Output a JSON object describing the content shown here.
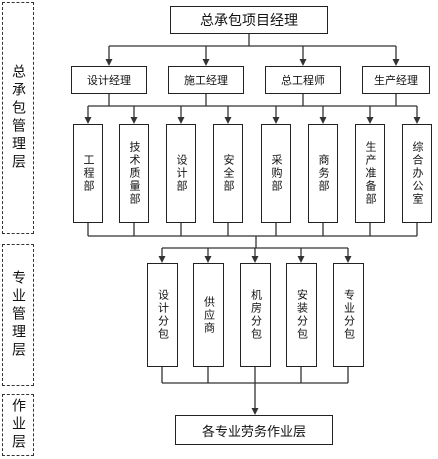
{
  "layers": [
    {
      "id": "mgmt",
      "label": "总承包管理层"
    },
    {
      "id": "pro",
      "label": "专业管理层"
    },
    {
      "id": "work",
      "label": "作业层"
    }
  ],
  "top": "总承包项目经理",
  "managers": [
    "设计经理",
    "施工经理",
    "总工程师",
    "生产经理"
  ],
  "departments": [
    "工程部",
    "技术质量部",
    "设计部",
    "安全部",
    "采购部",
    "商务部",
    "生产准备部",
    "综合办公室"
  ],
  "subcontractors": [
    "设计分包",
    "供应商",
    "机房分包",
    "安装分包",
    "专业分包"
  ],
  "bottom": "各专业劳务作业层"
}
